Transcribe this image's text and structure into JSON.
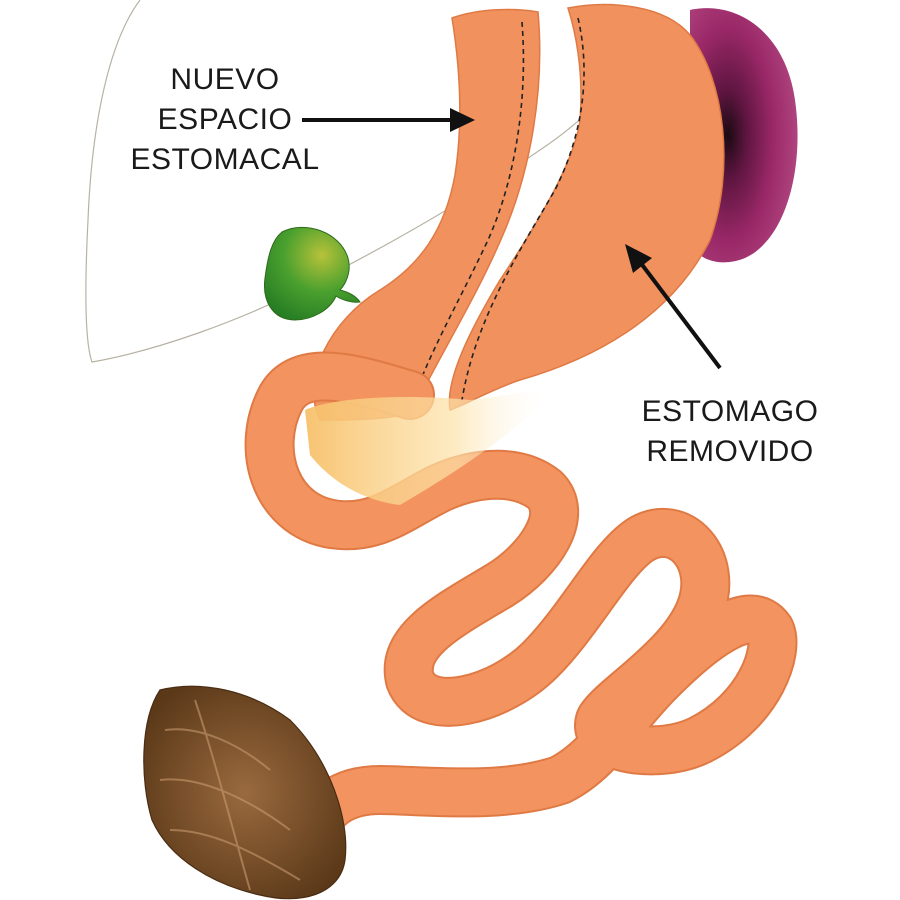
{
  "labels": {
    "new_stomach": [
      "NUEVO",
      "ESPACIO",
      "ESTOMACAL"
    ],
    "removed_stomach": [
      "ESTOMAGO",
      "REMOVIDO"
    ]
  },
  "colors": {
    "intestine": "#f3935f",
    "intestine_stroke": "#e07a45",
    "stomach": "#f0915e",
    "spleen": "#8c1f5e",
    "gallbladder": "#3c9a2a",
    "colon": "#7a4f2c",
    "liver_outline": "#b8b2a4",
    "arrow": "#111111"
  }
}
